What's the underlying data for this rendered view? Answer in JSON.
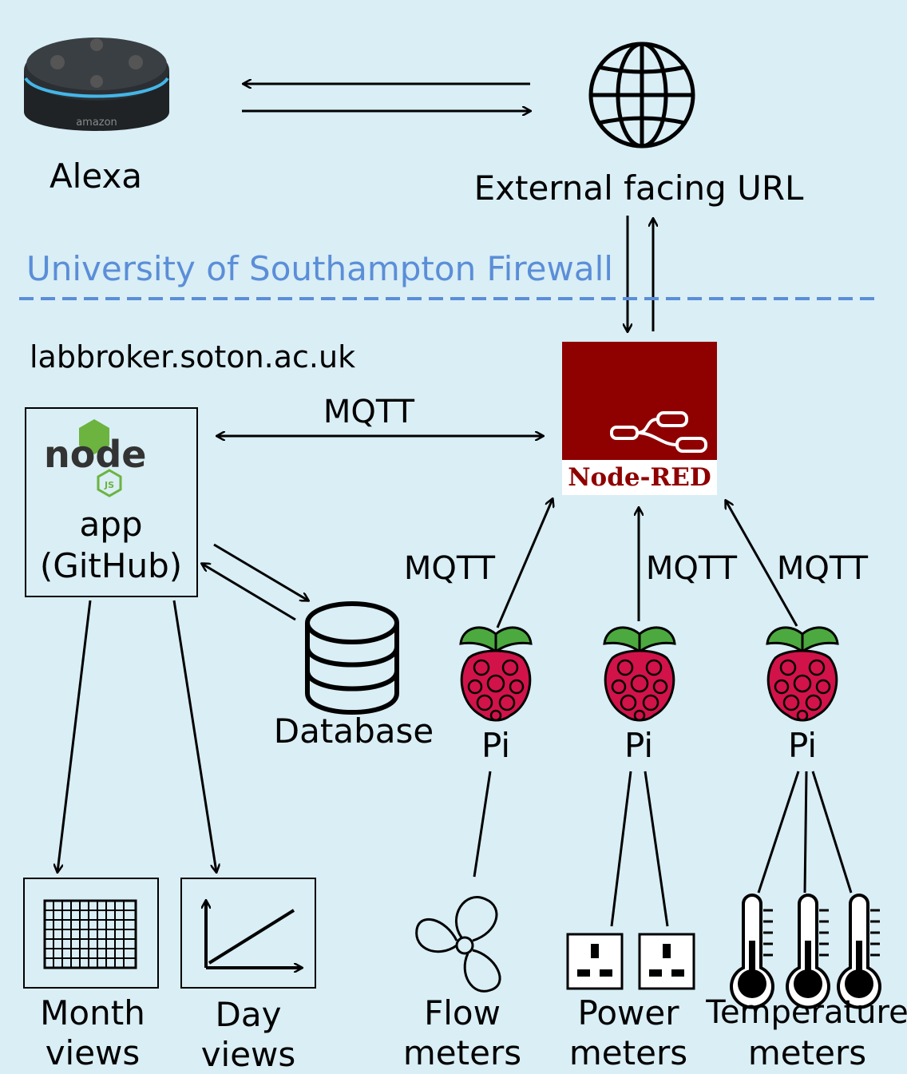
{
  "alexa": {
    "label": "Alexa",
    "device_text": "amazon"
  },
  "external_url": {
    "label": "External facing URL"
  },
  "firewall": {
    "label": "University of Southampton Firewall"
  },
  "host": {
    "label": "labbroker.soton.ac.uk"
  },
  "node_app": {
    "logo_text": "node",
    "badge_text": "JS",
    "label_line1": "app",
    "label_line2": "(GitHub)"
  },
  "node_red": {
    "label": "Node-RED"
  },
  "mqtt_labels": [
    "MQTT",
    "MQTT",
    "MQTT",
    "MQTT"
  ],
  "database": {
    "label": "Database"
  },
  "pi_labels": [
    "Pi",
    "Pi",
    "Pi"
  ],
  "views": [
    {
      "line1": "Month",
      "line2": "views"
    },
    {
      "line1": "Day",
      "line2": "views"
    }
  ],
  "meters": [
    {
      "line1": "Flow",
      "line2": "meters"
    },
    {
      "line1": "Power",
      "line2": "meters"
    },
    {
      "line1": "Temperature",
      "line2": "meters"
    }
  ],
  "colors": {
    "background": "#d9eef5",
    "firewall": "#5b8ed8",
    "node_red": "#8f0000",
    "node_green": "#6cb33f",
    "raspberry": "#d1134a",
    "leaf": "#4ca93f"
  }
}
